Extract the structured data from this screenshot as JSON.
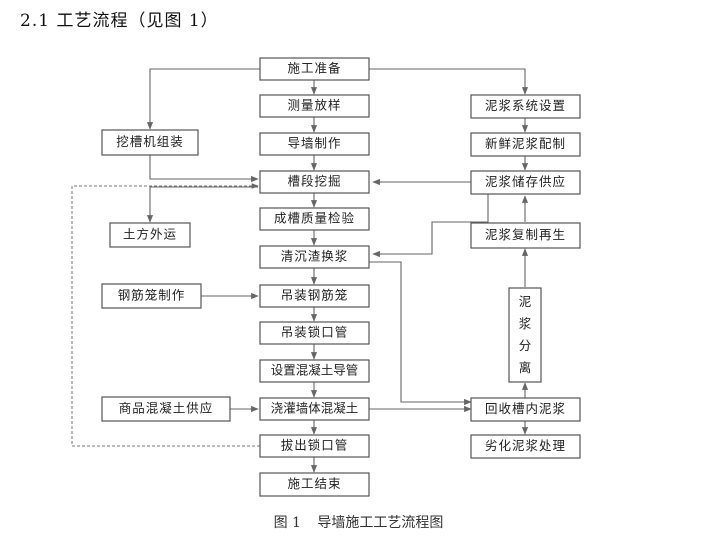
{
  "section_title": "2.1 工艺流程（见图 1）",
  "caption": {
    "figure_no": "图 1",
    "title": "导墙施工工艺流程图"
  },
  "nodes": {
    "start": "施工准备",
    "survey": "测量放样",
    "guide_wall": "导墙制作",
    "excavate": "槽段挖掘",
    "quality": "成槽质量检验",
    "clean": "清沉渣换浆",
    "lift_cage": "吊装钢筋笼",
    "lift_pipe": "吊装锁口管",
    "set_conduit": "设置混凝土导管",
    "pour": "浇灌墙体混凝土",
    "pull_pipe": "拔出锁口管",
    "end": "施工结束",
    "assemble": "挖槽机组装",
    "soil": "土方外运",
    "rebar": "钢筋笼制作",
    "concrete": "商品混凝土供应",
    "slurry_sys": "泥浆系统设置",
    "fresh_slurry": "新鲜泥浆配制",
    "slurry_store": "泥浆储存供应",
    "slurry_regen": "泥浆复制再生",
    "separate": "泥浆分离",
    "recover": "回收槽内泥浆",
    "waste": "劣化泥浆处理"
  }
}
